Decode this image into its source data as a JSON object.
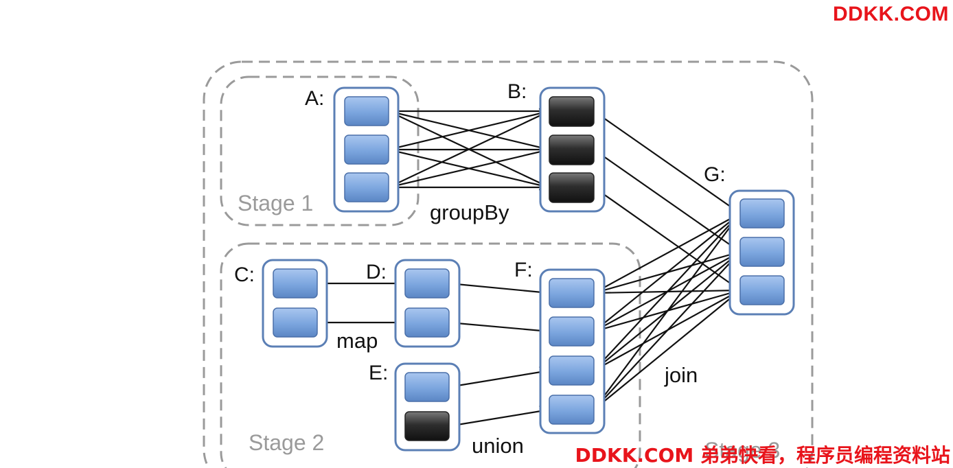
{
  "watermark": {
    "top": "DDKK.COM",
    "bottom": "DDKK.COM 弟弟快看，程序员编程资料站"
  },
  "stages": {
    "stage1": "Stage 1",
    "stage2": "Stage 2",
    "stage3": "Stage 3"
  },
  "rdds": {
    "A": "A:",
    "B": "B:",
    "C": "C:",
    "D": "D:",
    "E": "E:",
    "F": "F:",
    "G": "G:"
  },
  "operations": {
    "groupBy": "groupBy",
    "map": "map",
    "union": "union",
    "join": "join"
  },
  "colors": {
    "partition_light": "#6f9fd8",
    "partition_dark": "#2b2b2b",
    "rdd_border": "#5b7fb5",
    "stage_border": "#9a9a9a",
    "watermark": "#e8141b"
  }
}
